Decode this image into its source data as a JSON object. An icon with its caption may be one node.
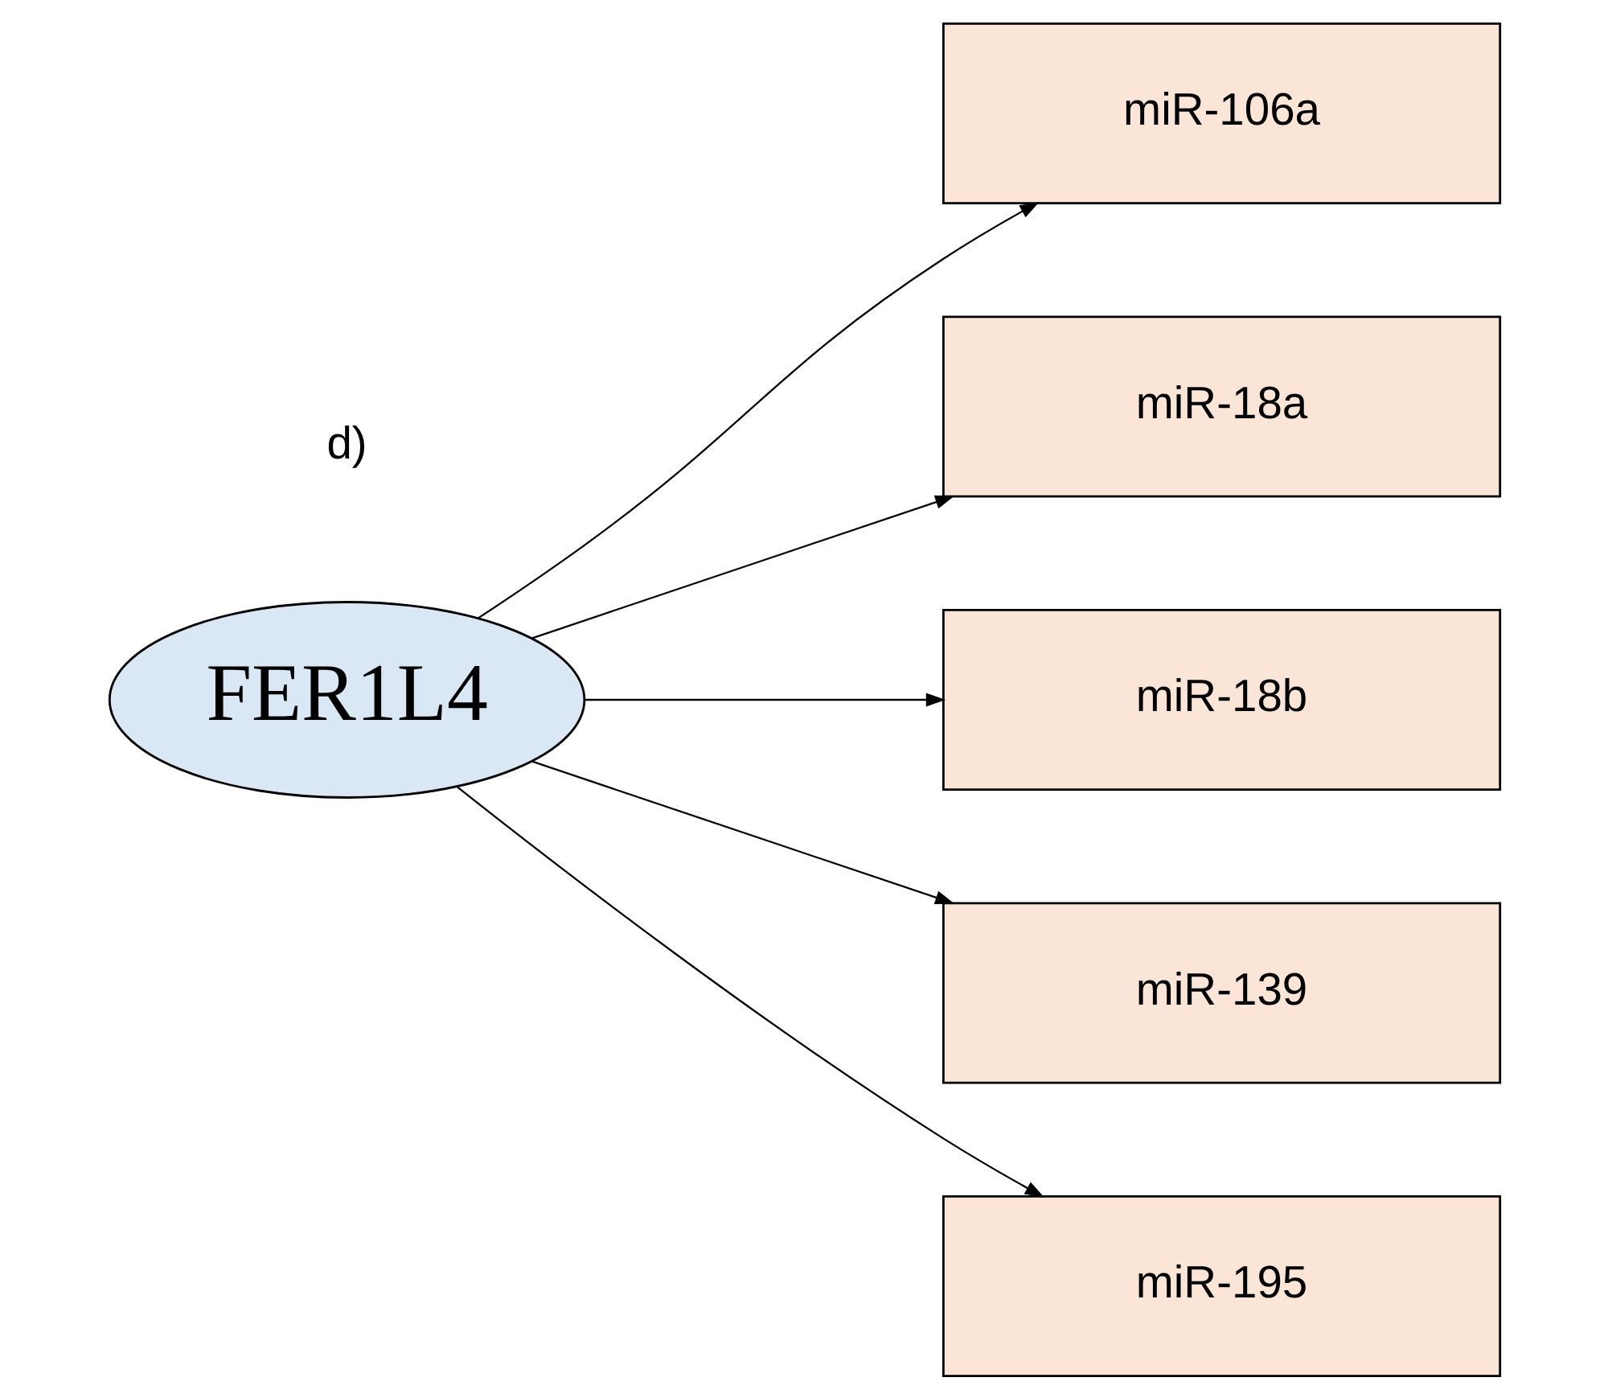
{
  "diagram": {
    "nodes": [
      {
        "text": [
          "FER1L4"
        ]
      },
      {
        "text": [
          "miR-106a"
        ]
      },
      {
        "text": [
          "miR-18a"
        ]
      },
      {
        "text": [
          "miR-18b"
        ]
      },
      {
        "text": [
          "miR-139"
        ]
      },
      {
        "text": [
          "miR-195"
        ]
      }
    ],
    "edges": [
      {
        "from": 0,
        "to": 1,
        "arrow": "to"
      },
      {
        "from": 0,
        "to": 2,
        "arrow": "to"
      },
      {
        "from": 0,
        "to": 3,
        "arrow": "to"
      },
      {
        "from": 0,
        "to": 4,
        "arrow": "to"
      },
      {
        "from": 0,
        "to": 5,
        "arrow": "to"
      }
    ],
    "labels": [
      "d)"
    ]
  }
}
